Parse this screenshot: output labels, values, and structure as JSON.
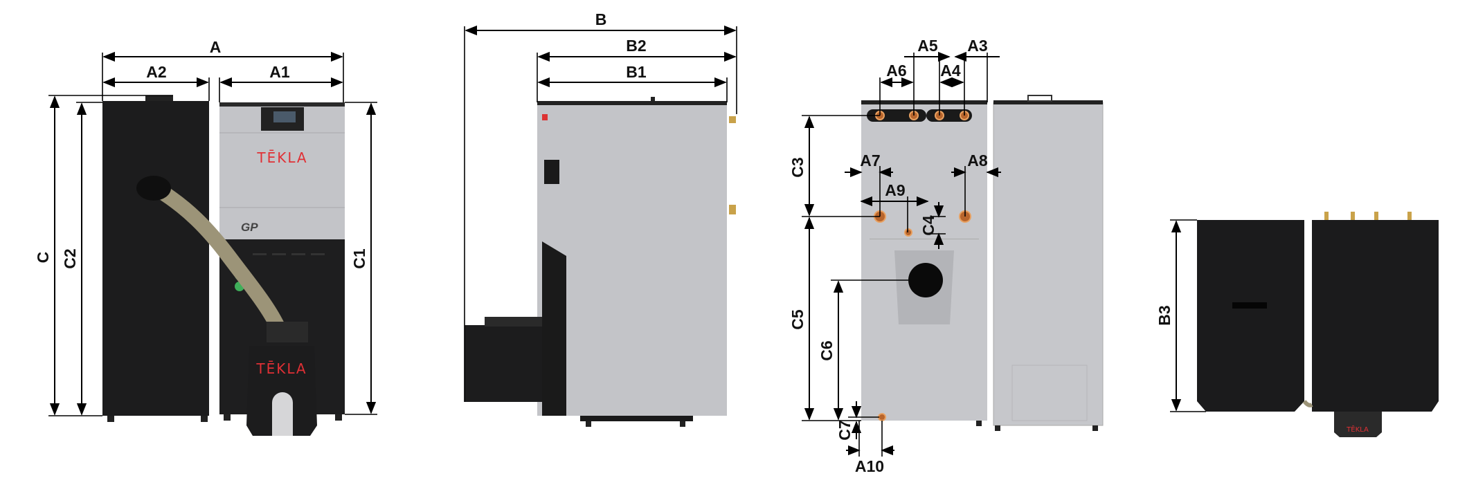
{
  "title": "Boiler dimension drawing",
  "brand": {
    "logo": "TĒKLA",
    "model": "GP",
    "color": "#e03035"
  },
  "views": {
    "front": {
      "dims": {
        "A": "A",
        "A1": "A1",
        "A2": "A2",
        "C": "C",
        "C1": "C1",
        "C2": "C2"
      }
    },
    "side": {
      "dims": {
        "B": "B",
        "B1": "B1",
        "B2": "B2"
      }
    },
    "back": {
      "dims": {
        "A3": "A3",
        "A4": "A4",
        "A5": "A5",
        "A6": "A6",
        "A7": "A7",
        "A8": "A8",
        "A9": "A9",
        "A10": "A10",
        "C3": "C3",
        "C4": "C4",
        "C5": "C5",
        "C6": "C6",
        "C7": "C7"
      }
    },
    "top": {
      "dims": {
        "B3": "B3"
      }
    }
  },
  "colors": {
    "body": "#c2c3c7",
    "dark": "#1b1b1c",
    "copper": "#b8652c",
    "brass": "#c9a24a"
  }
}
